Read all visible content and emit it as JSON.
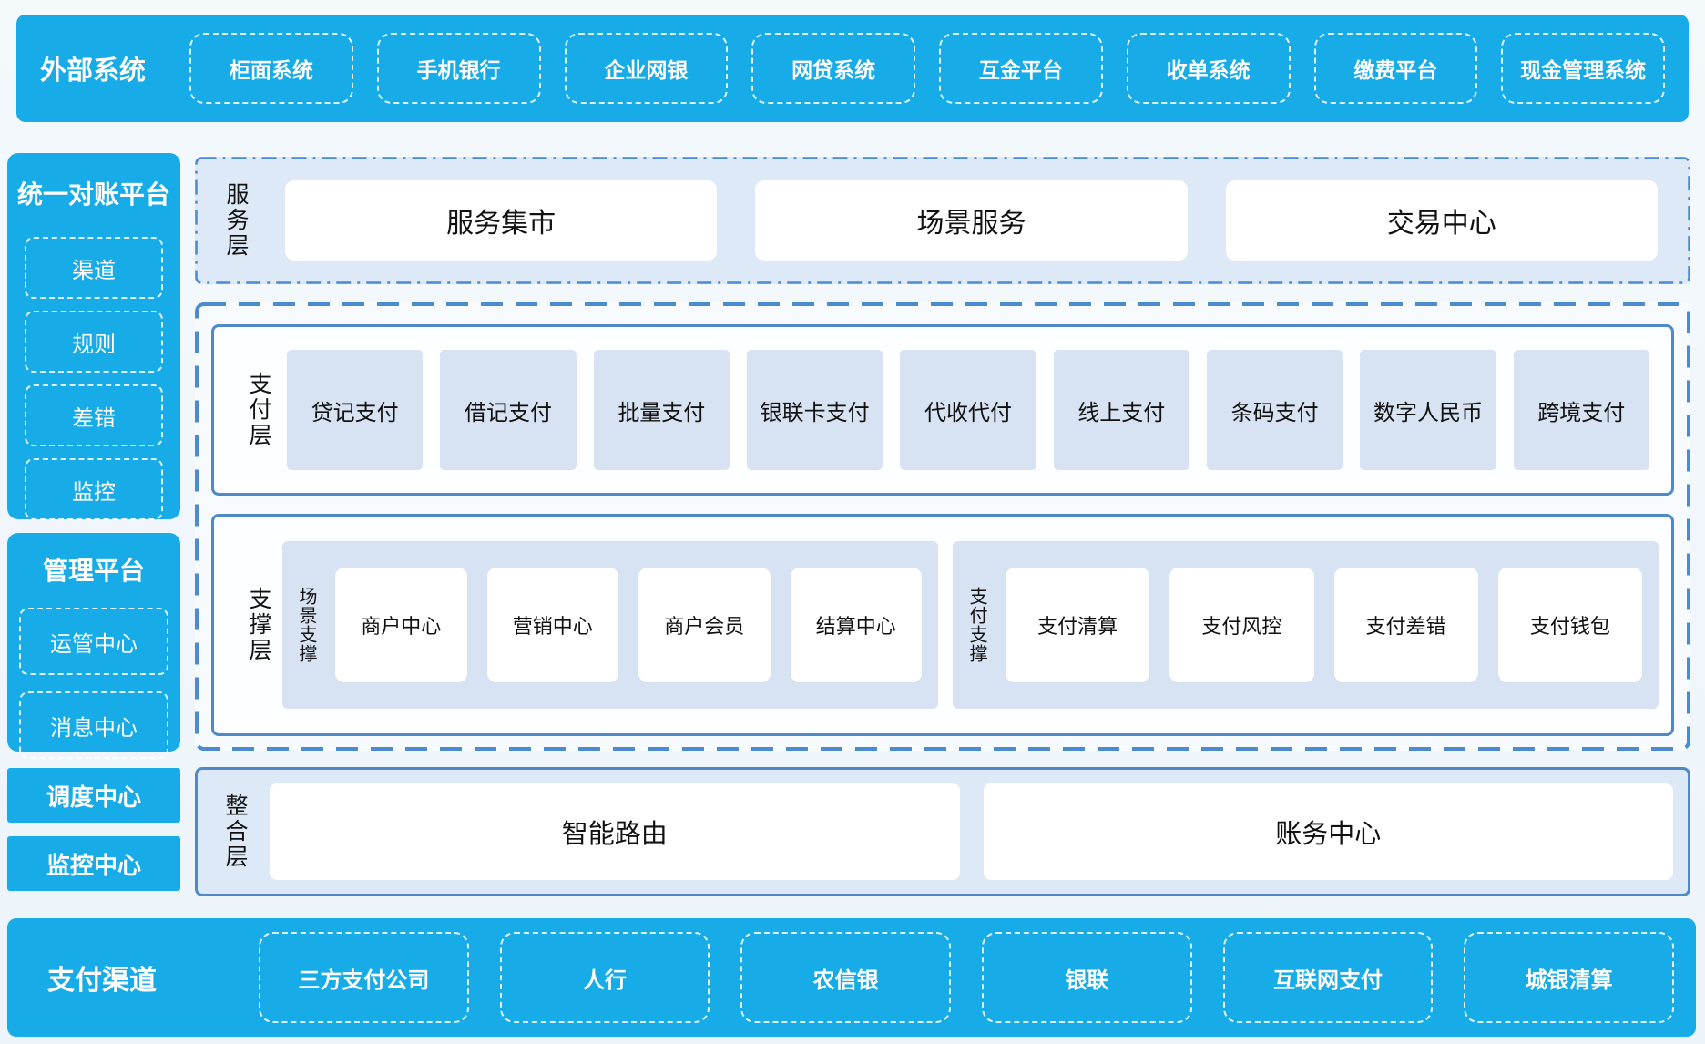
{
  "colors": {
    "primary_blue": "#17ace8",
    "panel_bg": "#dde9f6",
    "item_bg": "#d7e3f2",
    "panel_border": "#5089c8",
    "dash_border": "#4d8bd0"
  },
  "top_bar": {
    "label": "外部系统",
    "items": [
      "柜面系统",
      "手机银行",
      "企业网银",
      "网贷系统",
      "互金平台",
      "收单系统",
      "缴费平台",
      "现金管理系统"
    ]
  },
  "sidebar": {
    "reconciliation": {
      "title": "统一对账平台",
      "items": [
        "渠道",
        "规则",
        "差错",
        "监控"
      ]
    },
    "management": {
      "title": "管理平台",
      "items": [
        "运管中心",
        "消息中心"
      ]
    },
    "dispatch_center": "调度中心",
    "monitor_center": "监控中心"
  },
  "service_layer": {
    "label": "服务层",
    "items": [
      "服务集市",
      "场景服务",
      "交易中心"
    ]
  },
  "payment_layer": {
    "label": "支付层",
    "items": [
      "贷记支付",
      "借记支付",
      "批量支付",
      "银联卡支付",
      "代收代付",
      "线上支付",
      "条码支付",
      "数字人民币",
      "跨境支付"
    ]
  },
  "support_layer": {
    "label": "支撑层",
    "groups": [
      {
        "label": "场景支撑",
        "items": [
          "商户中心",
          "营销中心",
          "商户会员",
          "结算中心"
        ]
      },
      {
        "label": "支付支撑",
        "items": [
          "支付清算",
          "支付风控",
          "支付差错",
          "支付钱包"
        ]
      }
    ]
  },
  "integration_layer": {
    "label": "整合层",
    "items": [
      "智能路由",
      "账务中心"
    ]
  },
  "bottom_bar": {
    "label": "支付渠道",
    "items": [
      "三方支付公司",
      "人行",
      "农信银",
      "银联",
      "互联网支付",
      "城银清算"
    ]
  }
}
